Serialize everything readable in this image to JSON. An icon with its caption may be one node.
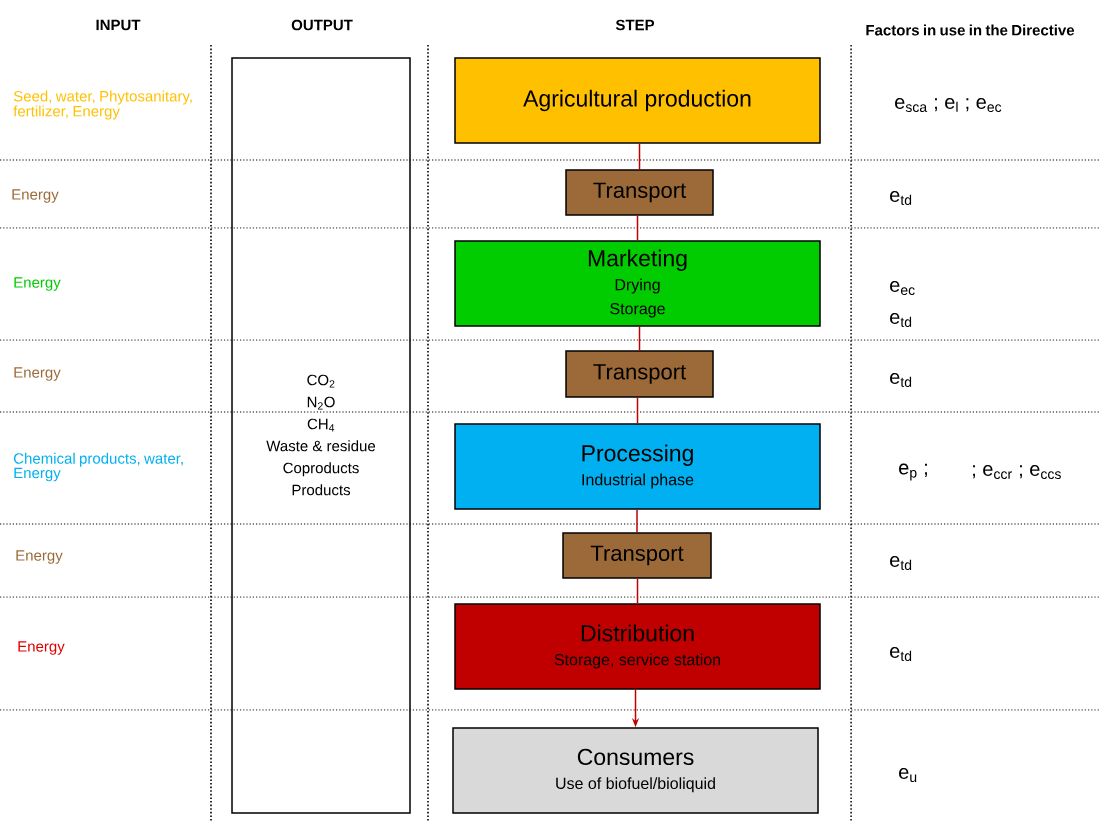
{
  "diagram": {
    "nodes": [
      {
        "text": [
          "CO$_{2}$",
          "N$_{2}$O",
          "CH$_{4}$",
          "Waste & residue",
          "Coproducts",
          "Products"
        ]
      },
      {
        "text": [
          "Agricultural production"
        ]
      },
      {
        "text": [
          "Transport"
        ]
      },
      {
        "text": [
          "Marketing",
          "Drying",
          "Storage"
        ]
      },
      {
        "text": [
          "Transport"
        ]
      },
      {
        "text": [
          "Processing",
          "Industrial phase"
        ]
      },
      {
        "text": [
          "Transport"
        ]
      },
      {
        "text": [
          "Distribution",
          "Storage, service station"
        ]
      },
      {
        "text": [
          "Consumers",
          "Use of biofuel/bioliquid"
        ]
      }
    ],
    "edges": [
      {
        "from": 1,
        "to": 2,
        "arrow": "none"
      },
      {
        "from": 2,
        "to": 3,
        "arrow": "none"
      },
      {
        "from": 3,
        "to": 4,
        "arrow": "none"
      },
      {
        "from": 4,
        "to": 5,
        "arrow": "none"
      },
      {
        "from": 5,
        "to": 6,
        "arrow": "none"
      },
      {
        "from": 6,
        "to": 7,
        "arrow": "none"
      },
      {
        "from": 7,
        "to": 8,
        "arrow": "to"
      }
    ],
    "labels": [
      "INPUT",
      "OUTPUT",
      "STEP",
      "Factors in use in the Directive",
      "Seed, water, Phytosanitary, fertilizer, Energy",
      "e$_{sca}$ ; e$_{l}$ ; e$_{ec}$",
      "Energy",
      "e$_{td}$",
      "Energy",
      "e$_{ec}$",
      "e$_{td}$",
      "Energy",
      "e$_{td}$",
      "Chemical products, water, Energy",
      "e$_{p}$ ;",
      "; e$_{ccr}$ ; e$_{ccs}$",
      "Energy",
      "e$_{td}$",
      "Energy",
      "e$_{td}$",
      "e$_{u}$"
    ]
  }
}
